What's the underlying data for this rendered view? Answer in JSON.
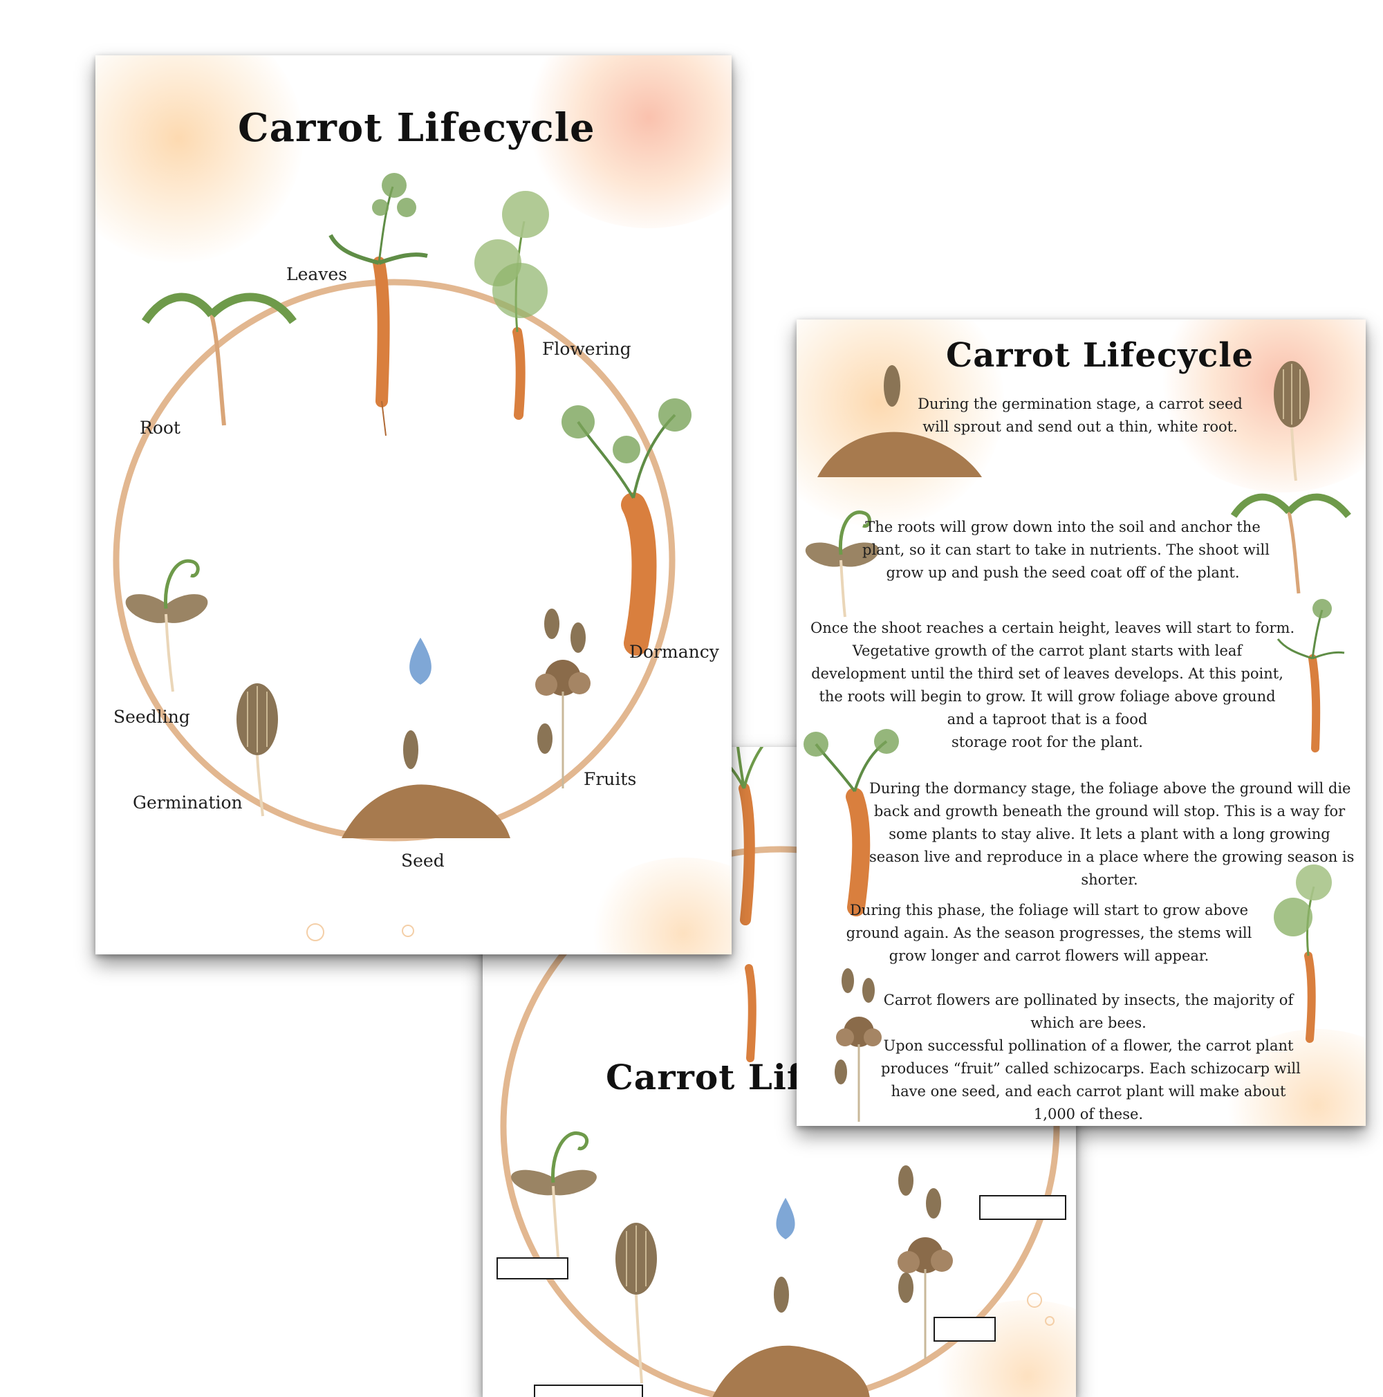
{
  "worksheet": {
    "title": "Carrot Lifecycle"
  },
  "front_sheet": {
    "title": "Carrot Lifecycle",
    "stages": {
      "leaves": "Leaves",
      "flowering": "Flowering",
      "root": "Root",
      "dormancy": "Dormancy",
      "seedling": "Seedling",
      "fruits": "Fruits",
      "germination": "Germination",
      "seed": "Seed"
    }
  },
  "text_sheet": {
    "title": "Carrot Lifecycle",
    "paragraphs": [
      [
        "During the germination stage, a carrot seed",
        "will sprout and send out a thin, white root."
      ],
      [
        "The roots will grow down into the soil and anchor the",
        "plant, so it can start to take in nutrients. The shoot will",
        "grow up and push the seed coat off of the plant."
      ],
      [
        "Once the shoot reaches a certain height, leaves will start to form.",
        "Vegetative growth of the carrot plant starts with leaf",
        "development until the third set of leaves develops. At this point,",
        "the roots will begin to grow. It will grow foliage above ground",
        "and a taproot that is a food",
        "storage root for the plant."
      ],
      [
        "During the dormancy stage, the foliage above the ground will die",
        "back and growth beneath the ground will stop. This is a way for",
        "some plants to stay alive. It lets a plant with a long growing",
        "season live and reproduce in a place where the growing season is",
        "shorter."
      ],
      [
        "During this phase, the foliage will start to grow above",
        "ground again. As the season progresses, the stems will",
        "grow longer and carrot flowers will appear."
      ],
      [
        "Carrot flowers are pollinated by insects, the majority of",
        "which are bees.",
        "Upon successful pollination of a flower, the carrot plant",
        "produces “fruit” called schizocarps. Each schizocarp will",
        "have one seed, and each carrot plant will make about",
        "1,000 of these."
      ]
    ]
  },
  "colors": {
    "ring": "#e2b790",
    "carrot": "#d97f3e",
    "leaf": "#6e9a4a",
    "soil": "#a77a4e",
    "seed": "#8a7455",
    "water": "#7fa7d6",
    "wash_peach": "#fcd2a0",
    "wash_pink": "#f5a08a"
  }
}
